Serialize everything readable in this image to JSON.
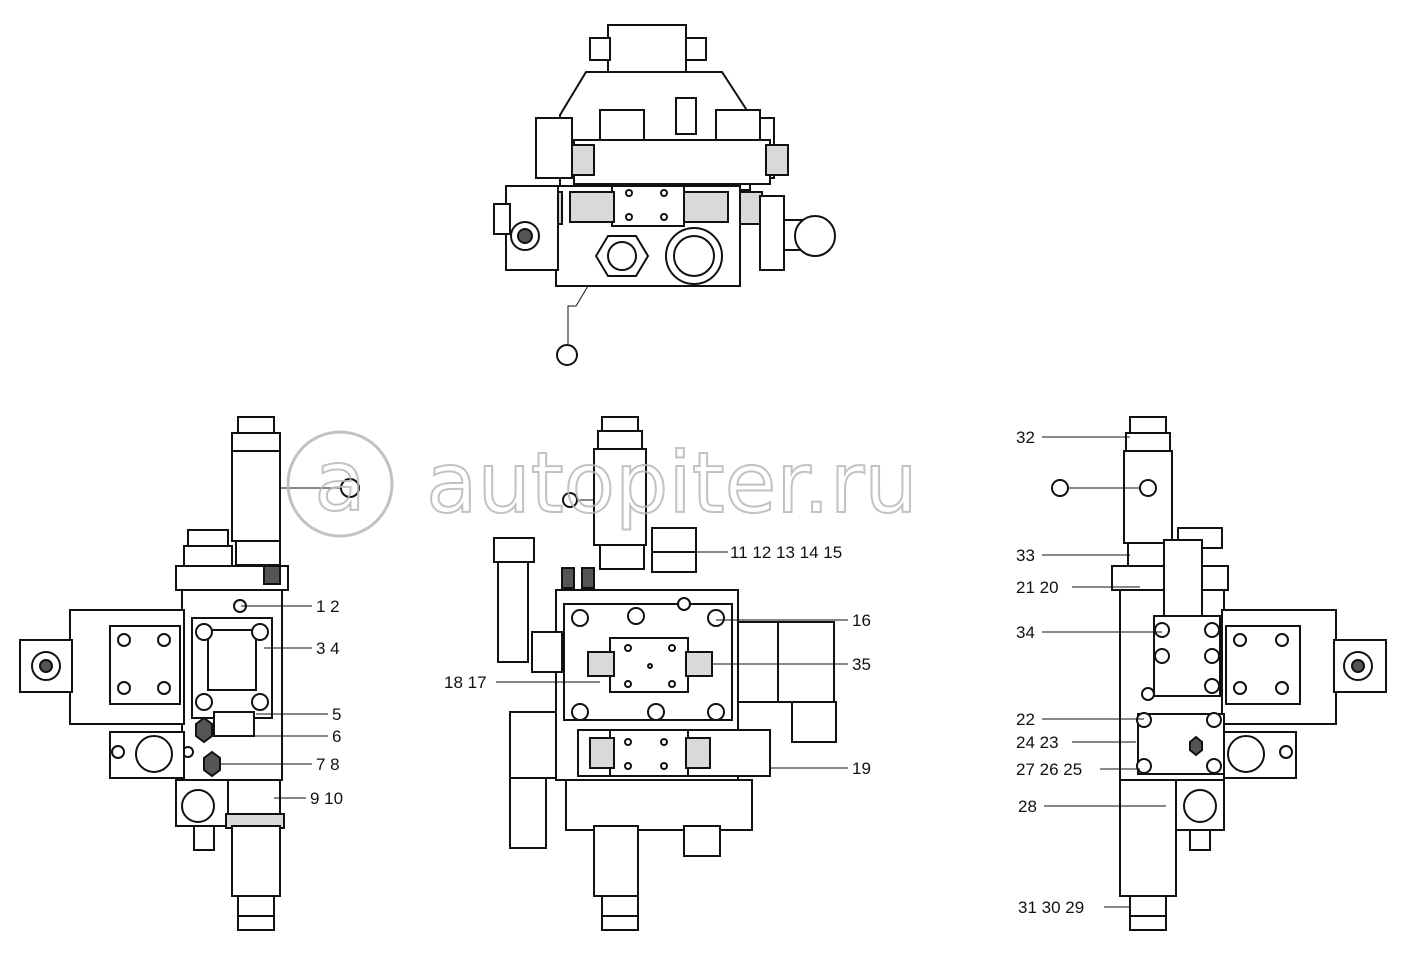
{
  "watermark": {
    "text": "autopiter.ru"
  },
  "callouts": {
    "c1": "1 2",
    "c2": "3 4",
    "c3": "5",
    "c4": "6",
    "c5": "7 8",
    "c6": "9 10",
    "c7": "11 12 13 14 15",
    "c8": "16",
    "c9": "35",
    "c10": "18 17",
    "c11": "19",
    "c12": "32",
    "c13": "33",
    "c14": "21 20",
    "c15": "34",
    "c16": "22",
    "c17": "24 23",
    "c18": "27 26 25",
    "c19": "28",
    "c20": "31 30 29"
  }
}
